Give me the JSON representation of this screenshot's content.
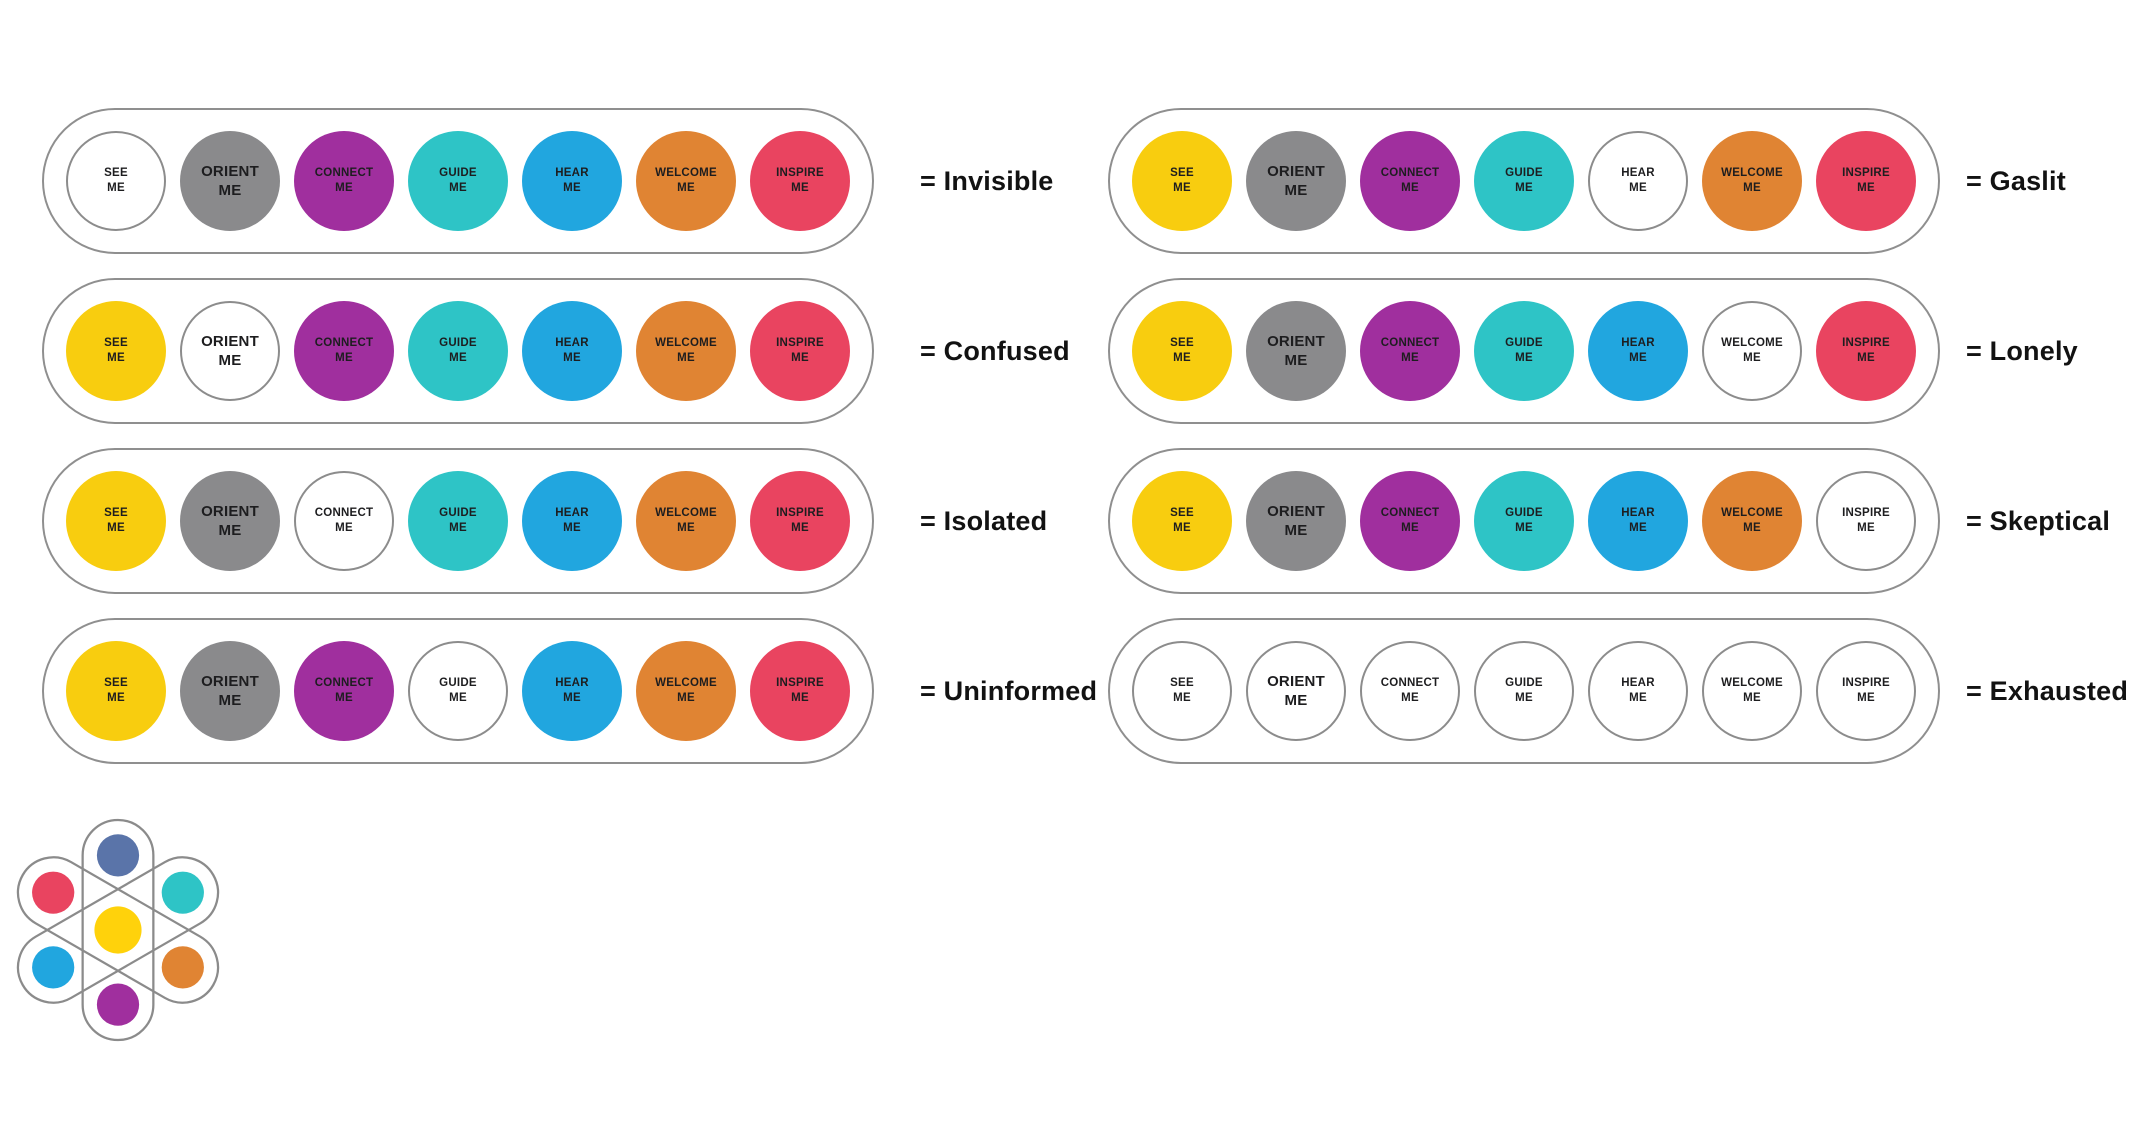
{
  "stages": [
    {
      "id": "see",
      "lines": [
        "SEE",
        "ME"
      ],
      "color": "#F8CD0F"
    },
    {
      "id": "orient",
      "lines": [
        "ORIENT",
        "ME"
      ],
      "color": "#8A8A8C"
    },
    {
      "id": "connect",
      "lines": [
        "CONNECT",
        "ME"
      ],
      "color": "#A02F9E"
    },
    {
      "id": "guide",
      "lines": [
        "GUIDE",
        "ME"
      ],
      "color": "#2EC4C6"
    },
    {
      "id": "hear",
      "lines": [
        "HEAR",
        "ME"
      ],
      "color": "#21A6DF"
    },
    {
      "id": "welcome",
      "lines": [
        "WELCOME",
        "ME"
      ],
      "color": "#E08433"
    },
    {
      "id": "inspire",
      "lines": [
        "INSPIRE",
        "ME"
      ],
      "color": "#E94460"
    }
  ],
  "columns": {
    "left": {
      "rows": [
        {
          "label": "= Invisible",
          "missing": [
            "see"
          ]
        },
        {
          "label": "= Confused",
          "missing": [
            "orient"
          ]
        },
        {
          "label": "= Isolated",
          "missing": [
            "connect"
          ]
        },
        {
          "label": "= Uninformed",
          "missing": [
            "guide"
          ]
        }
      ]
    },
    "right": {
      "rows": [
        {
          "label": "= Gaslit",
          "missing": [
            "hear"
          ]
        },
        {
          "label": "= Lonely",
          "missing": [
            "welcome"
          ]
        },
        {
          "label": "= Skeptical",
          "missing": [
            "inspire"
          ]
        },
        {
          "label": "= Exhausted",
          "missing": [
            "see",
            "orient",
            "connect",
            "guide",
            "hear",
            "welcome",
            "inspire"
          ]
        }
      ]
    }
  },
  "logo": {
    "ring_color": "#8B8B8B",
    "petals": [
      {
        "position": "top",
        "name": "slate-circle",
        "color": "#5A74A9"
      },
      {
        "position": "upper-left",
        "name": "red-circle",
        "color": "#E94460"
      },
      {
        "position": "upper-right",
        "name": "teal-circle",
        "color": "#2EC4C6"
      },
      {
        "position": "lower-left",
        "name": "blue-circle",
        "color": "#21A6DF"
      },
      {
        "position": "lower-right",
        "name": "orange-circle",
        "color": "#E08433"
      },
      {
        "position": "bottom",
        "name": "purple-circle",
        "color": "#A02F9E"
      },
      {
        "position": "center",
        "name": "yellow-circle",
        "color": "#FFD20B"
      }
    ]
  }
}
